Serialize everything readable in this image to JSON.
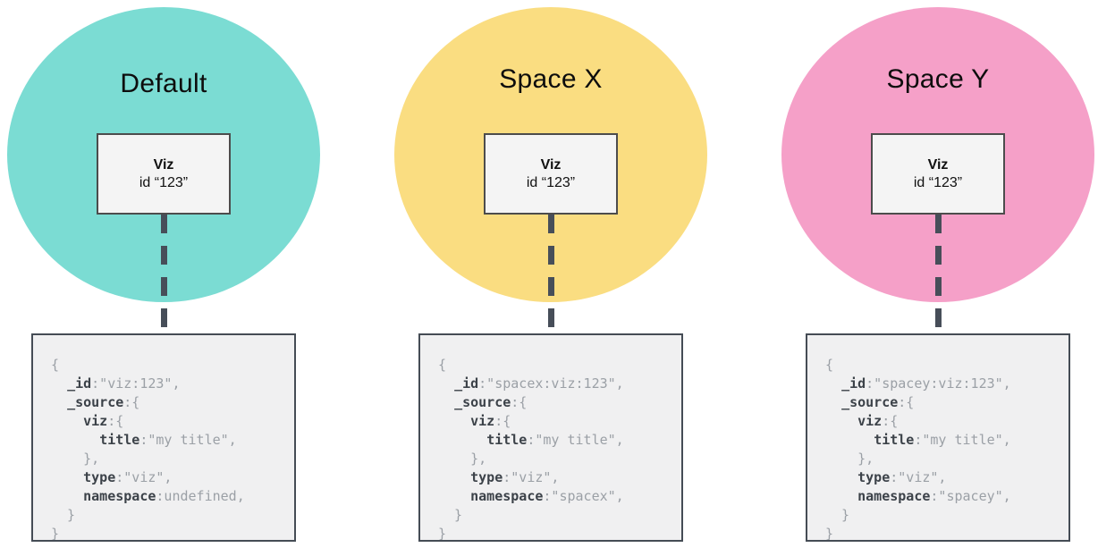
{
  "colors": {
    "connector": "#474e59",
    "code_key": "#3c4249",
    "code_plain": "#9ba0a6",
    "card_background": "#f4f4f4",
    "code_background": "#f0f0f1"
  },
  "columns": [
    {
      "space_label": "Default",
      "circle_color": "#7bdcd3",
      "viz_card": {
        "name": "Viz",
        "id_label": "id “123”"
      },
      "code_lines": [
        [
          {
            "s": "{"
          }
        ],
        [
          {
            "s": "  "
          },
          {
            "k": true,
            "s": "_id"
          },
          {
            "s": ":\"viz:123\","
          }
        ],
        [
          {
            "s": "  "
          },
          {
            "k": true,
            "s": "_source"
          },
          {
            "s": ":{"
          }
        ],
        [
          {
            "s": "    "
          },
          {
            "k": true,
            "s": "viz"
          },
          {
            "s": ":{"
          }
        ],
        [
          {
            "s": "      "
          },
          {
            "k": true,
            "s": "title"
          },
          {
            "s": ":\"my title\","
          }
        ],
        [
          {
            "s": "    },"
          }
        ],
        [
          {
            "s": "    "
          },
          {
            "k": true,
            "s": "type"
          },
          {
            "s": ":\"viz\","
          }
        ],
        [
          {
            "s": "    "
          },
          {
            "k": true,
            "s": "namespace"
          },
          {
            "s": ":undefined,"
          }
        ],
        [
          {
            "s": "  }"
          }
        ],
        [
          {
            "s": "}"
          }
        ]
      ]
    },
    {
      "space_label": "Space X",
      "circle_color": "#fadd81",
      "viz_card": {
        "name": "Viz",
        "id_label": "id “123”"
      },
      "code_lines": [
        [
          {
            "s": "{"
          }
        ],
        [
          {
            "s": "  "
          },
          {
            "k": true,
            "s": "_id"
          },
          {
            "s": ":\"spacex:viz:123\","
          }
        ],
        [
          {
            "s": "  "
          },
          {
            "k": true,
            "s": "_source"
          },
          {
            "s": ":{"
          }
        ],
        [
          {
            "s": "    "
          },
          {
            "k": true,
            "s": "viz"
          },
          {
            "s": ":{"
          }
        ],
        [
          {
            "s": "      "
          },
          {
            "k": true,
            "s": "title"
          },
          {
            "s": ":\"my title\","
          }
        ],
        [
          {
            "s": "    },"
          }
        ],
        [
          {
            "s": "    "
          },
          {
            "k": true,
            "s": "type"
          },
          {
            "s": ":\"viz\","
          }
        ],
        [
          {
            "s": "    "
          },
          {
            "k": true,
            "s": "namespace"
          },
          {
            "s": ":\"spacex\","
          }
        ],
        [
          {
            "s": "  }"
          }
        ],
        [
          {
            "s": "}"
          }
        ]
      ]
    },
    {
      "space_label": "Space Y",
      "circle_color": "#f5a0c8",
      "viz_card": {
        "name": "Viz",
        "id_label": "id “123”"
      },
      "code_lines": [
        [
          {
            "s": "{"
          }
        ],
        [
          {
            "s": "  "
          },
          {
            "k": true,
            "s": "_id"
          },
          {
            "s": ":\"spacey:viz:123\","
          }
        ],
        [
          {
            "s": "  "
          },
          {
            "k": true,
            "s": "_source"
          },
          {
            "s": ":{"
          }
        ],
        [
          {
            "s": "    "
          },
          {
            "k": true,
            "s": "viz"
          },
          {
            "s": ":{"
          }
        ],
        [
          {
            "s": "      "
          },
          {
            "k": true,
            "s": "title"
          },
          {
            "s": ":\"my title\","
          }
        ],
        [
          {
            "s": "    },"
          }
        ],
        [
          {
            "s": "    "
          },
          {
            "k": true,
            "s": "type"
          },
          {
            "s": ":\"viz\","
          }
        ],
        [
          {
            "s": "    "
          },
          {
            "k": true,
            "s": "namespace"
          },
          {
            "s": ":\"spacey\","
          }
        ],
        [
          {
            "s": "  }"
          }
        ],
        [
          {
            "s": "}"
          }
        ]
      ]
    }
  ]
}
